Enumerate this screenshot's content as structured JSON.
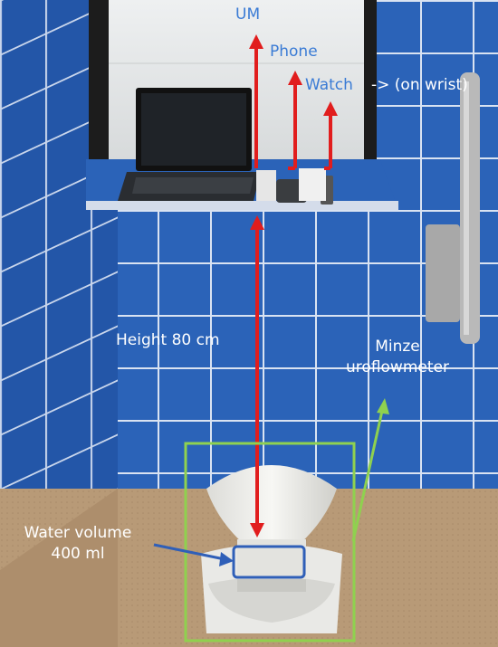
{
  "labels": {
    "um": "UM",
    "phone": "Phone",
    "watch": "Watch",
    "wrist_note": "-> (on wrist)",
    "height": "Height 80 cm",
    "minze_line1": "Minze",
    "minze_line2": "uroflowmeter",
    "water_line1": "Water volume",
    "water_line2": "400 ml"
  },
  "colors": {
    "arrow_red": "#e11d1d",
    "box_green": "#8fd14f",
    "box_blue": "#2f5fb8",
    "label_blue": "#3a7bd5",
    "label_white": "#ffffff"
  }
}
